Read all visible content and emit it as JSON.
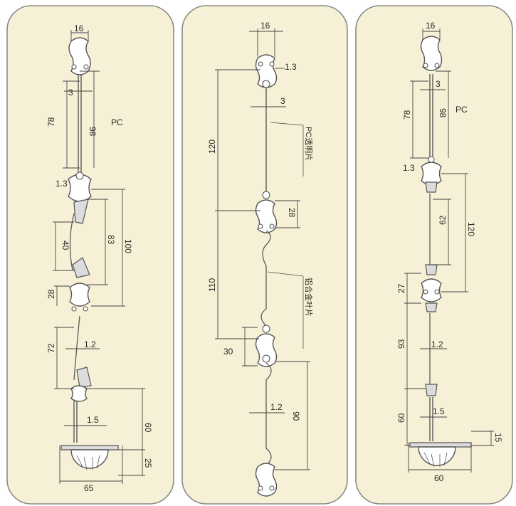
{
  "panels": [
    {
      "dims": {
        "width_top": "16",
        "gap": "3",
        "rod_left": "78",
        "rod_right": "98",
        "material": "PC",
        "lip": "1.3",
        "seg_a": "40",
        "seg_b": "83",
        "seg_c": "100",
        "height_mid": "28",
        "seg_d": "72",
        "wall_a": "1.2",
        "wall_b": "1.5",
        "seg_e": "60",
        "base_h": "25",
        "base_w": "65"
      }
    },
    {
      "dims": {
        "width_top": "16",
        "lip": "1.3",
        "gap": "3",
        "span_upper": "120",
        "strip_note": "PC透明片",
        "height_link": "28",
        "span_lower": "110",
        "alloy_note": "铝合金叶片",
        "height_low": "30",
        "wall": "1.2",
        "span_bottom": "90"
      }
    },
    {
      "dims": {
        "width_top": "16",
        "gap": "3",
        "rod_left": "78",
        "rod_right": "98",
        "material": "PC",
        "lip": "1.3",
        "seg_a": "62",
        "seg_b": "120",
        "height_mid": "27",
        "seg_c": "93",
        "wall_a": "1.2",
        "seg_d": "60",
        "wall_b": "1.5",
        "base_h": "15",
        "base_w": "60"
      }
    }
  ],
  "colors": {
    "panel_fill": "#f6f1d6",
    "panel_border": "#8a8a86",
    "line": "#555555"
  }
}
